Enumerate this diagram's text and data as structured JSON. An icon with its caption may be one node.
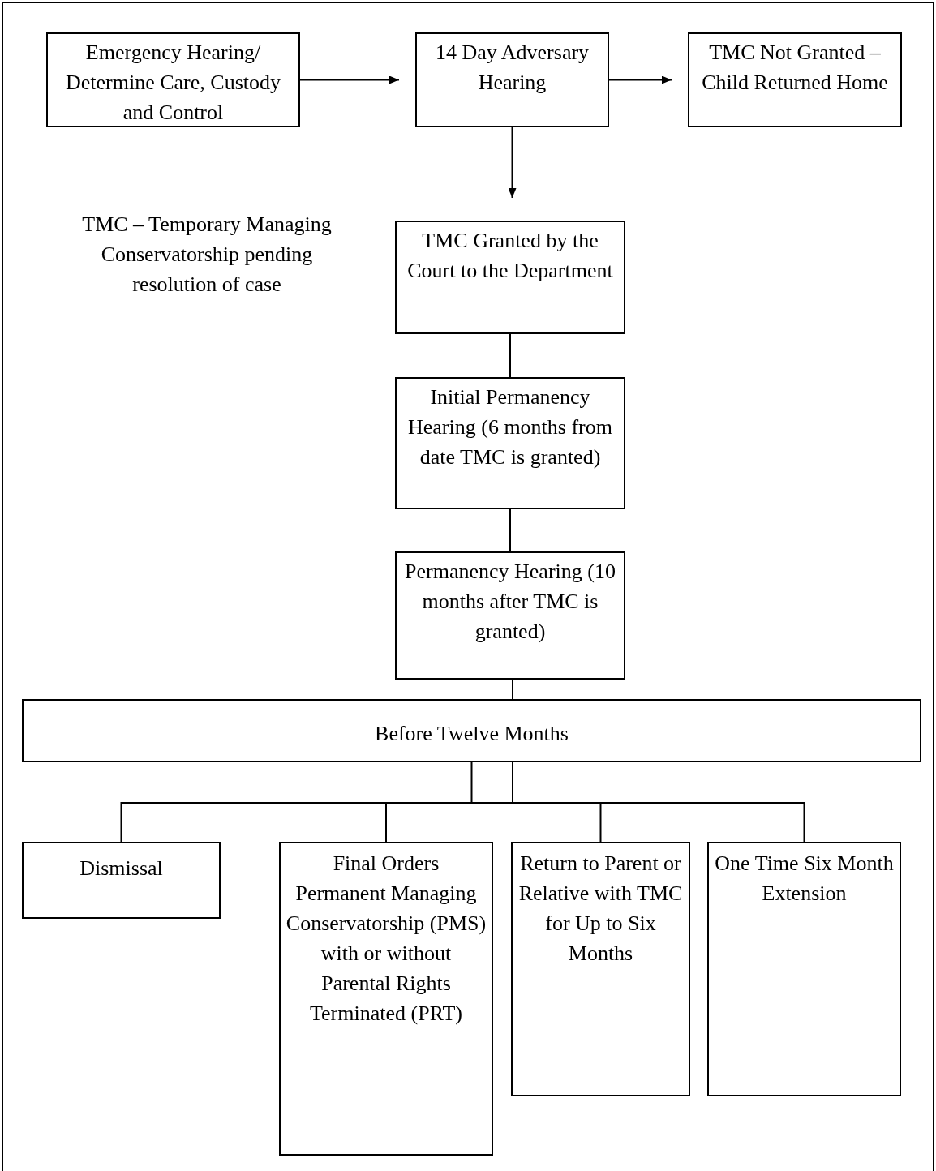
{
  "diagram": {
    "nodes": [
      {
        "text": [
          "Emergency Hearing/ Determine Care, Custody and Control"
        ]
      },
      {
        "text": [
          "14 Day Adversary Hearing"
        ]
      },
      {
        "text": [
          "TMC Not Granted –Child Returned Home"
        ]
      },
      {
        "text": [
          "TMC Granted by the Court to the Department"
        ]
      },
      {
        "text": [
          "Initial Permanency Hearing (6 months from date TMC is granted)"
        ]
      },
      {
        "text": [
          "Permanency Hearing (10 months after TMC is granted)"
        ]
      },
      {
        "text": [
          "Before Twelve Months"
        ]
      },
      {
        "text": [
          "Dismissal"
        ]
      },
      {
        "text": [
          "Final Orders Permanent Managing Conservatorship (PMS) with or without Parental Rights Terminated (PRT)"
        ]
      },
      {
        "text": [
          "Return to Parent or Relative with TMC for Up to Six Months"
        ]
      },
      {
        "text": [
          "One Time Six Month Extension"
        ]
      }
    ],
    "edges": [
      {
        "from": 0,
        "to": 1,
        "arrow": "to"
      },
      {
        "from": 1,
        "to": 2,
        "arrow": "to"
      },
      {
        "from": 1,
        "to": 3,
        "arrow": "to"
      },
      {
        "from": 3,
        "to": 4,
        "arrow": "none"
      },
      {
        "from": 4,
        "to": 5,
        "arrow": "none"
      },
      {
        "from": 5,
        "to": 6,
        "arrow": "none"
      },
      {
        "from": 6,
        "to": 7,
        "arrow": "none"
      },
      {
        "from": 6,
        "to": 8,
        "arrow": "none"
      },
      {
        "from": 6,
        "to": 9,
        "arrow": "none"
      },
      {
        "from": 6,
        "to": 10,
        "arrow": "none"
      }
    ],
    "labels": [
      "TMC – Temporary Managing Conservatorship pending resolution of case"
    ]
  }
}
